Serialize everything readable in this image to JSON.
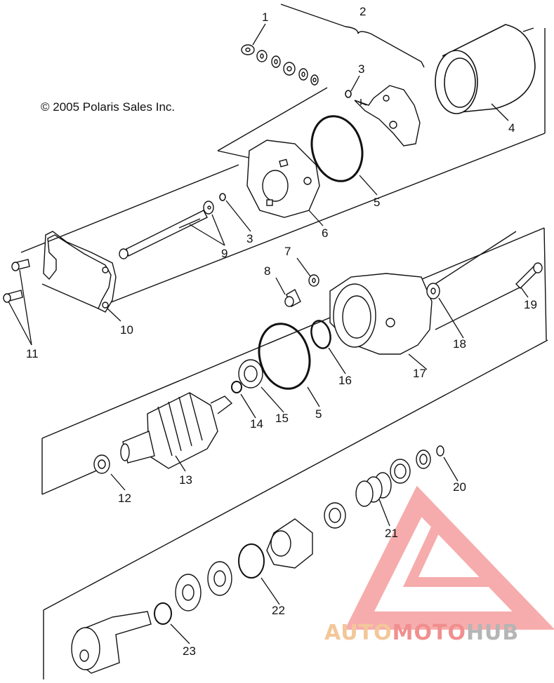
{
  "copyright": "© 2005 Polaris Sales Inc.",
  "callouts": [
    "1",
    "2",
    "3",
    "3",
    "4",
    "5",
    "5",
    "6",
    "7",
    "8",
    "9",
    "10",
    "11",
    "12",
    "13",
    "14",
    "15",
    "16",
    "17",
    "18",
    "19",
    "20",
    "21",
    "22",
    "23"
  ],
  "logo": {
    "part1": "AUTO",
    "part2": "MOTO",
    "part3": "HUB"
  },
  "colors": {
    "logo_red": "#f06a6a",
    "logo_orange": "#f3c79a",
    "logo_gray": "#b5b5b5",
    "line": "#111111"
  }
}
